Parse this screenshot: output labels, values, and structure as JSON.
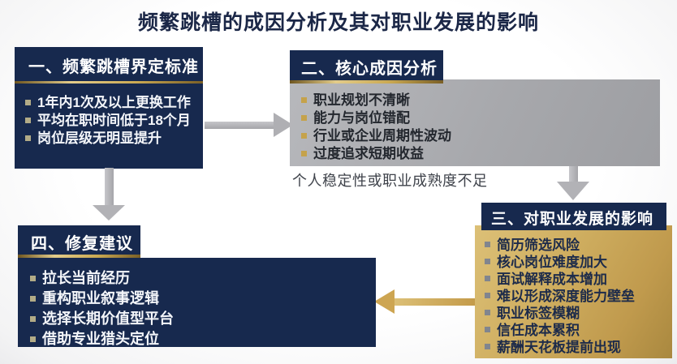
{
  "title": "频繁跳槽的成因分析及其对职业发展的影响",
  "colors": {
    "navy": "#17294e",
    "gold": "#c9a44c",
    "gray": "#a8a9ad",
    "background": "#fafafa"
  },
  "boxes": {
    "criteria": {
      "heading": "一、频繁跳槽界定标准",
      "items": [
        "1年内1次及以上更换工作",
        "平均在职时间低于18个月",
        "岗位层级无明显提升"
      ]
    },
    "causes": {
      "heading": "二、核心成因分析",
      "items": [
        "职业规划不清晰",
        "能力与岗位错配",
        "行业或企业周期性波动",
        "过度追求短期收益"
      ],
      "caption": "个人稳定性或职业成熟度不足"
    },
    "impact": {
      "heading": "三、对职业发展的影响",
      "items": [
        "简历筛选风险",
        "核心岗位难度加大",
        "面试解释成本增加",
        "难以形成深度能力壁垒",
        "职业标签模糊",
        "信任成本累积",
        "薪酬天花板提前出现"
      ]
    },
    "repair": {
      "heading": "四、修复建议",
      "items": [
        "拉长当前经历",
        "重构职业叙事逻辑",
        "选择长期价值型平台",
        "借助专业猎头定位"
      ]
    }
  }
}
